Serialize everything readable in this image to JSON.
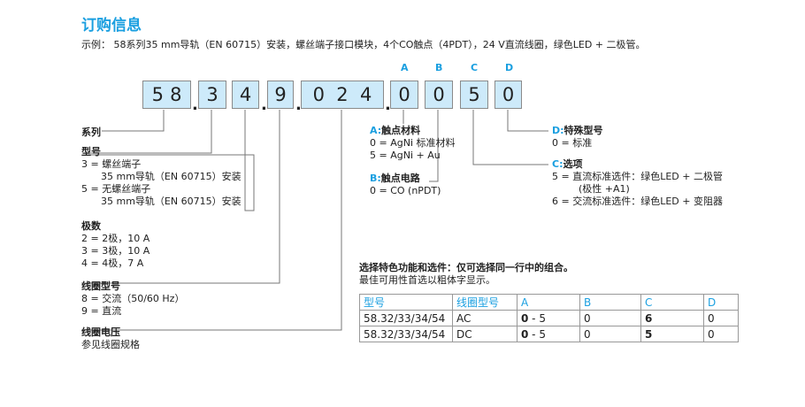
{
  "title": "订购信息",
  "example": "示例： 58系列35 mm导轨（EN 60715）安装，螺丝端子接口模块，4个CO触点（4PDT），24 V直流线圈，绿色LED + 二极管。",
  "code": {
    "series": [
      "5",
      "8"
    ],
    "type": "3",
    "poles": "4",
    "coil_type": "9",
    "voltage": [
      "0",
      "2",
      "4"
    ],
    "a": "0",
    "b": "0",
    "c": "5",
    "d": "0",
    "dot": "."
  },
  "letters": {
    "a": "A",
    "b": "B",
    "c": "C",
    "d": "D"
  },
  "left": {
    "series": "系列",
    "type": {
      "label": "型号",
      "l1": "3 = 螺丝端子",
      "l2": "35 mm导轨（EN 60715）安装",
      "l3": "5 = 无螺丝端子",
      "l4": "35 mm导轨（EN 60715）安装"
    },
    "poles": {
      "label": "极数",
      "l1": "2 = 2极，10 A",
      "l2": "3 = 3极，10 A",
      "l3": "4 = 4极，7 A"
    },
    "coil_type": {
      "label": "线圈型号",
      "l1": "8 = 交流（50/60 Hz）",
      "l2": "9 = 直流"
    },
    "coil_voltage": {
      "label": "线圈电压",
      "l1": "参见线圈规格"
    }
  },
  "opt_a": {
    "prefix": "A:",
    "label": "触点材料",
    "l1": "0 = AgNi 标准材料",
    "l2": "5 = AgNi + Au"
  },
  "opt_b": {
    "prefix": "B:",
    "label": "触点电路",
    "l1": "0 = CO (nPDT)"
  },
  "opt_d": {
    "prefix": "D:",
    "label": "特殊型号",
    "l1": "0 = 标准"
  },
  "opt_c": {
    "prefix": "C:",
    "label": "选项",
    "l1": "5 = 直流标准选件：绿色LED + 二极管",
    "l2": "(极性 +A1)",
    "l3": "6 = 交流标准选件：绿色LED + 变阻器"
  },
  "note": {
    "l1": "选择特色功能和选件：仅可选择同一行中的组合。",
    "l2": "最佳可用性首选以粗体字显示。"
  },
  "table": {
    "headers": [
      "型号",
      "线圈型号",
      "A",
      "B",
      "C",
      "D"
    ],
    "rows": [
      {
        "model": "58.32/33/34/54",
        "coil": "AC",
        "a_bold": "0",
        "a_rest": " - 5",
        "b": "0",
        "c": "6",
        "d": "0"
      },
      {
        "model": "58.32/33/34/54",
        "coil": "DC",
        "a_bold": "0",
        "a_rest": " - 5",
        "b": "0",
        "c": "5",
        "d": "0"
      }
    ]
  }
}
